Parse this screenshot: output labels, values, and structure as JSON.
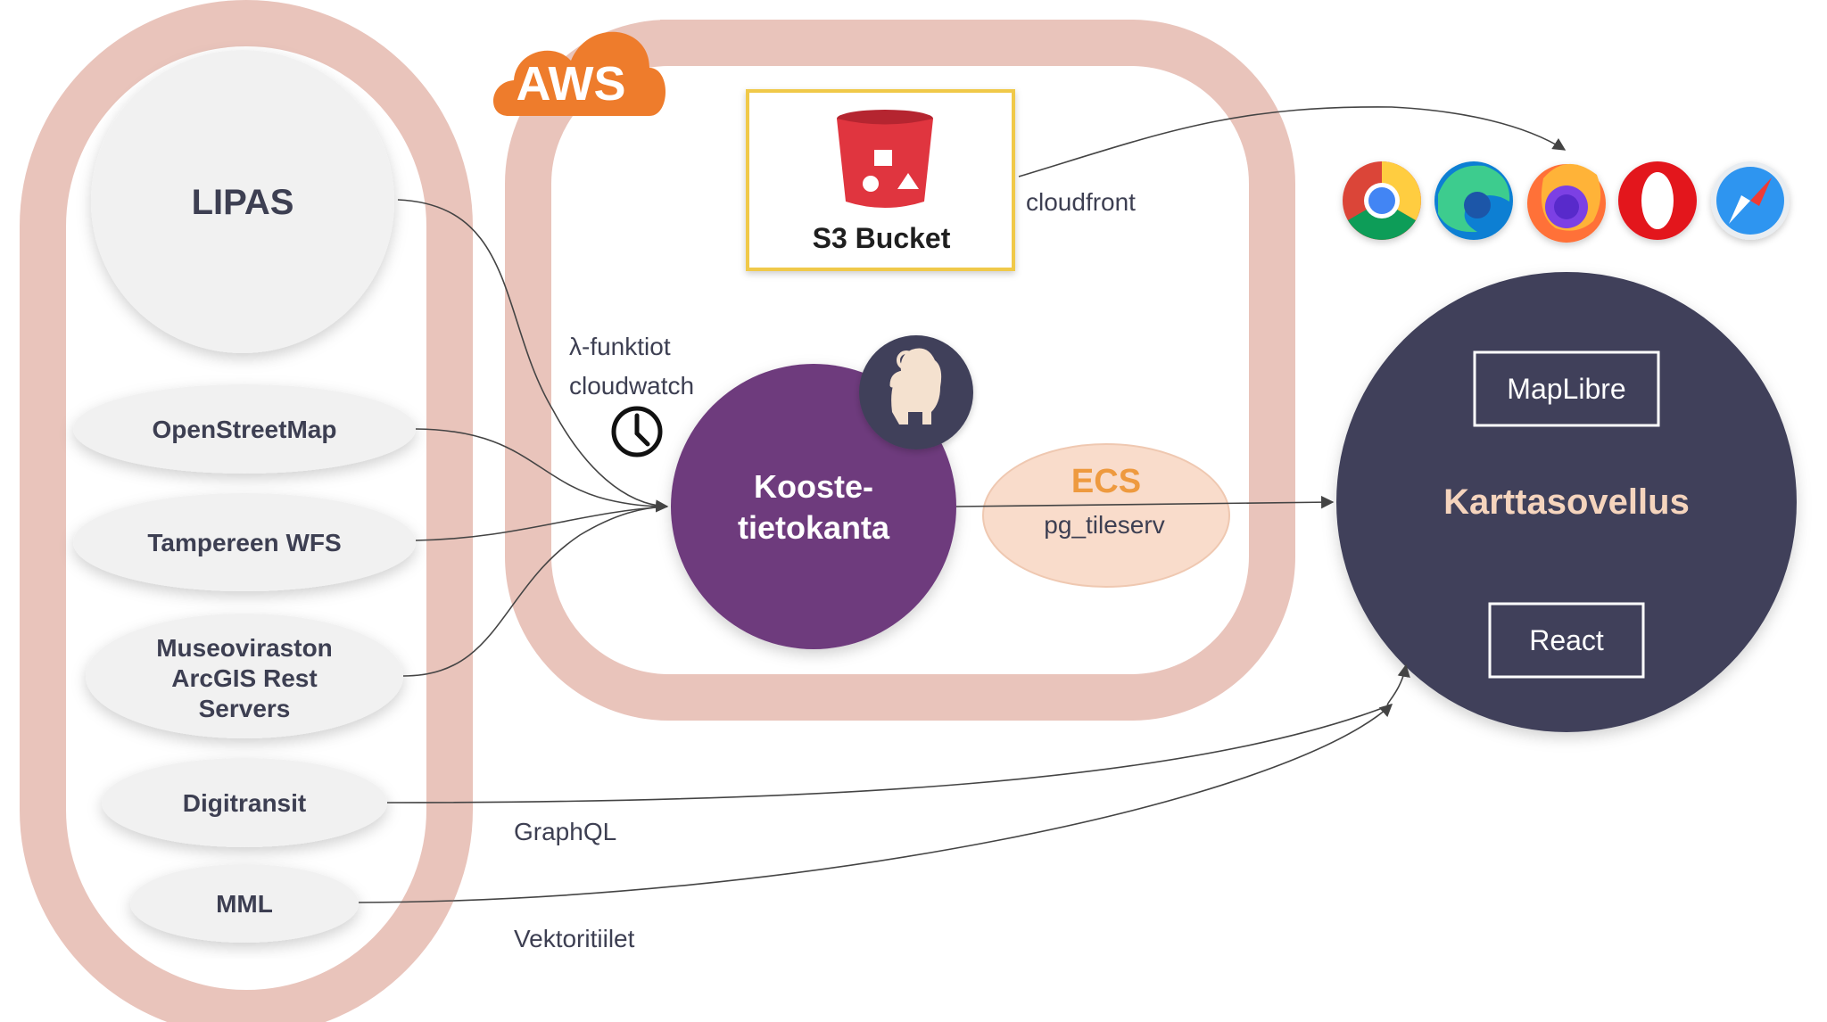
{
  "sources": {
    "lipas": "LIPAS",
    "openstreetmap": "OpenStreetMap",
    "tampere": "Tampereen WFS",
    "museovirasto": [
      "Museoviraston",
      "ArcGIS Rest",
      "Servers"
    ],
    "digitransit": "Digitransit",
    "mml": "MML"
  },
  "aws": {
    "badge": "AWS",
    "s3_label": "S3 Bucket",
    "lambda_label": "λ-funktiot",
    "cloudwatch_label": "cloudwatch",
    "database": [
      "Kooste-",
      "tietokanta"
    ],
    "ecs_title": "ECS",
    "ecs_subtitle": "pg_tileserv"
  },
  "edges": {
    "cloudfront": "cloudfront",
    "graphql": "GraphQL",
    "vector_tiles": "Vektoritiilet"
  },
  "app": {
    "title": "Karttasovellus",
    "maplibre": "MapLibre",
    "react": "React"
  },
  "browsers": [
    "chrome",
    "edge",
    "firefox",
    "opera",
    "safari"
  ],
  "colors": {
    "frame": "#e9c4bb",
    "source_node": "#f1f1f1",
    "database": "#6e3a7d",
    "app_circle": "#40415a",
    "ecs_fill": "#f9dccb",
    "ecs_accent": "#ee9a3f",
    "aws_orange": "#ee7c2c",
    "s3_red": "#e0353f",
    "text_dark": "#3d3f52",
    "app_title": "#f5d4bd"
  }
}
